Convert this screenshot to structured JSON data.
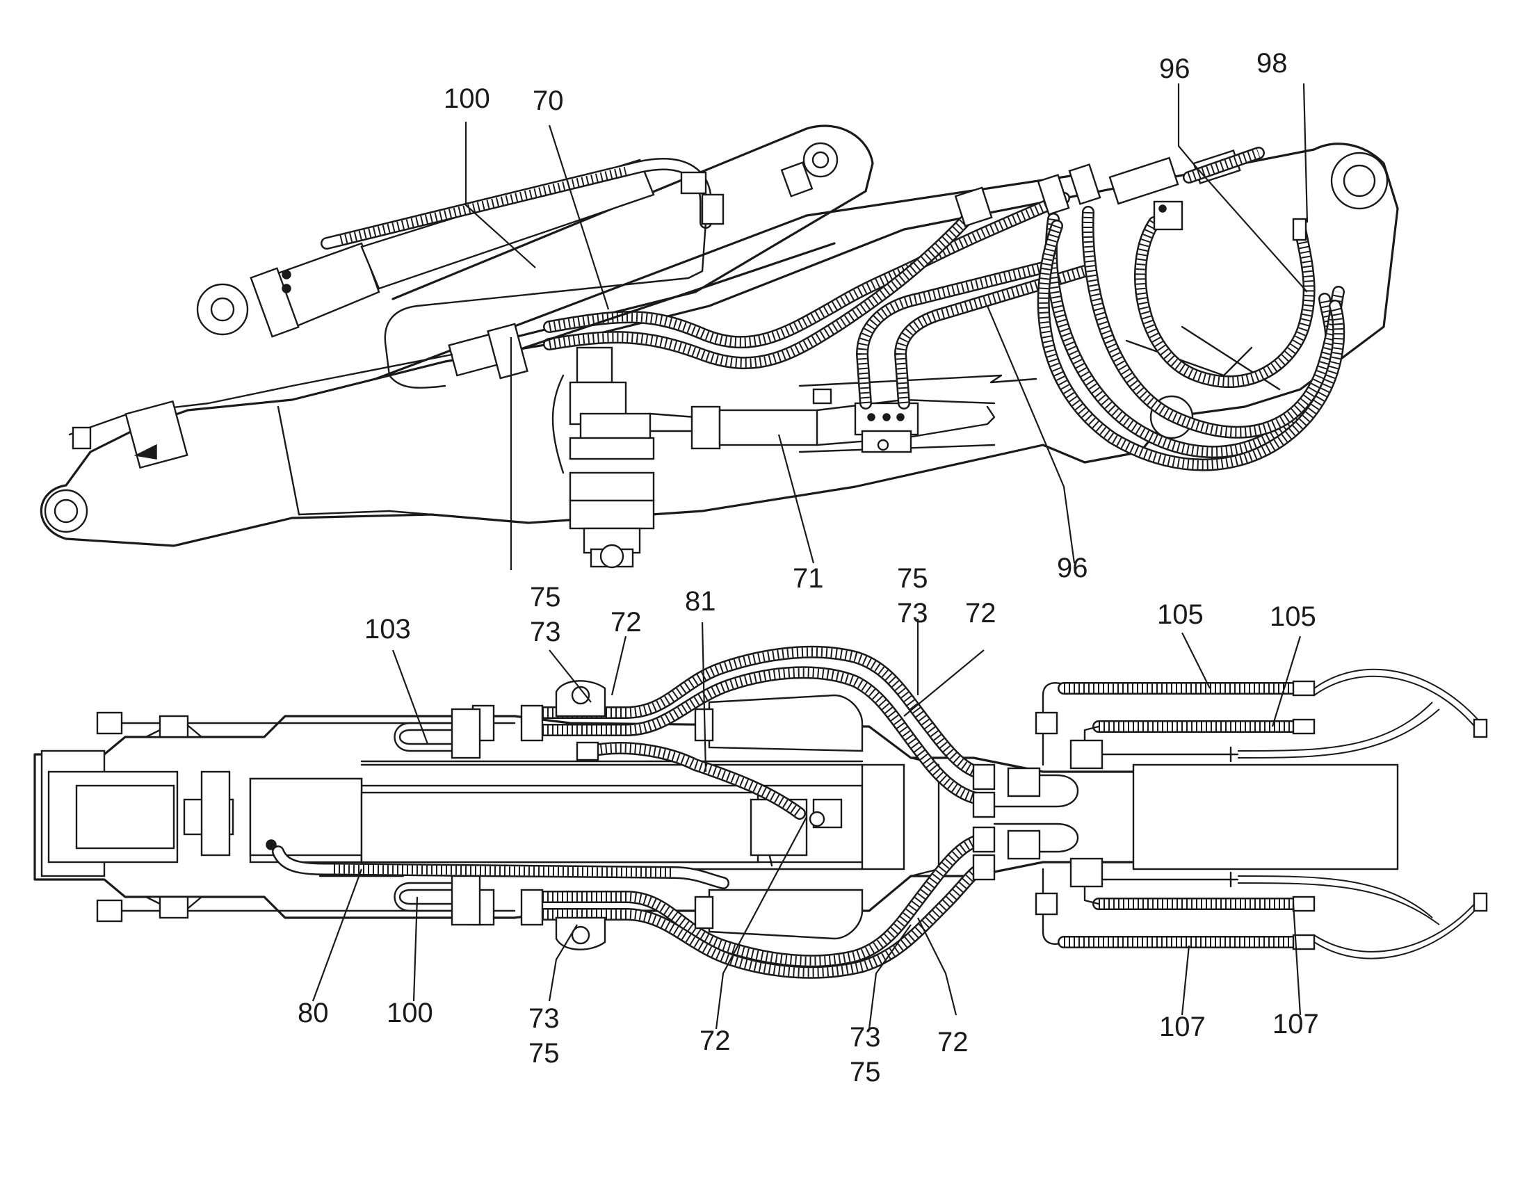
{
  "top_view": {
    "labels": [
      {
        "id": "100",
        "text": "100"
      },
      {
        "id": "70",
        "text": "70"
      },
      {
        "id": "96a",
        "text": "96"
      },
      {
        "id": "98",
        "text": "98"
      },
      {
        "id": "71",
        "text": "71"
      },
      {
        "id": "96b",
        "text": "96"
      }
    ]
  },
  "bottom_view": {
    "labels": [
      {
        "id": "75a",
        "text": "75"
      },
      {
        "id": "73a",
        "text": "73"
      },
      {
        "id": "72a",
        "text": "72"
      },
      {
        "id": "81",
        "text": "81"
      },
      {
        "id": "103",
        "text": "103"
      },
      {
        "id": "75b",
        "text": "75"
      },
      {
        "id": "73b",
        "text": "73"
      },
      {
        "id": "72b",
        "text": "72"
      },
      {
        "id": "105a",
        "text": "105"
      },
      {
        "id": "105b",
        "text": "105"
      },
      {
        "id": "80",
        "text": "80"
      },
      {
        "id": "100b",
        "text": "100"
      },
      {
        "id": "73c",
        "text": "73"
      },
      {
        "id": "75c",
        "text": "75"
      },
      {
        "id": "72c",
        "text": "72"
      },
      {
        "id": "73d",
        "text": "73"
      },
      {
        "id": "75d",
        "text": "75"
      },
      {
        "id": "72d",
        "text": "72"
      },
      {
        "id": "107a",
        "text": "107"
      },
      {
        "id": "107b",
        "text": "107"
      }
    ]
  }
}
